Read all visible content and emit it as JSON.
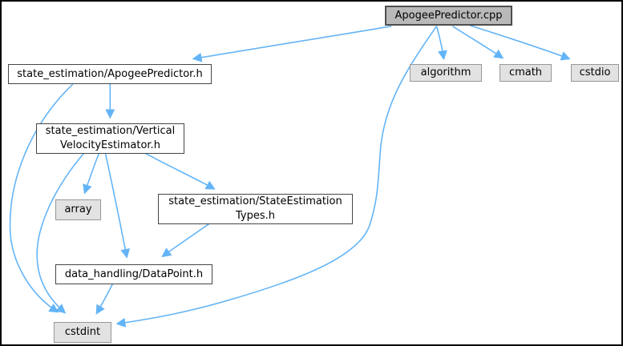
{
  "diagram": {
    "kind": "include-dependency-graph",
    "root_file": "ApogeePredictor.cpp"
  },
  "colors": {
    "background": "#ffffff",
    "frame": "#000000",
    "edge": "#63b4f7",
    "text": "#000000",
    "current_node_fill": "#b9b9b9",
    "current_node_border": "#4e4e4e",
    "header_node_fill": "#ffffff",
    "header_node_border": "#464646",
    "system_node_fill": "#e2e2e2",
    "system_node_border": "#979797"
  },
  "graph": {
    "nodes": [
      {
        "id": "apogeepredictor-cpp",
        "label": "ApogeePredictor.cpp",
        "kind": "current"
      },
      {
        "id": "apogeepredictor-h",
        "label": "state_estimation/ApogeePredictor.h",
        "kind": "header"
      },
      {
        "id": "algorithm",
        "label": "algorithm",
        "kind": "system"
      },
      {
        "id": "cmath",
        "label": "cmath",
        "kind": "system"
      },
      {
        "id": "cstdio",
        "label": "cstdio",
        "kind": "system"
      },
      {
        "id": "verticalvelocityestimator-h",
        "label": "state_estimation/Vertical\nVelocityEstimator.h",
        "kind": "header"
      },
      {
        "id": "array",
        "label": "array",
        "kind": "system"
      },
      {
        "id": "stateestimationtypes-h",
        "label": "state_estimation/StateEstimation\nTypes.h",
        "kind": "header"
      },
      {
        "id": "datapoint-h",
        "label": "data_handling/DataPoint.h",
        "kind": "header"
      },
      {
        "id": "cstdint",
        "label": "cstdint",
        "kind": "system"
      }
    ],
    "edges": [
      {
        "from": "ApogeePredictor.cpp",
        "to": "state_estimation/ApogeePredictor.h"
      },
      {
        "from": "ApogeePredictor.cpp",
        "to": "algorithm"
      },
      {
        "from": "ApogeePredictor.cpp",
        "to": "cmath"
      },
      {
        "from": "ApogeePredictor.cpp",
        "to": "cstdio"
      },
      {
        "from": "ApogeePredictor.cpp",
        "to": "cstdint"
      },
      {
        "from": "state_estimation/ApogeePredictor.h",
        "to": "state_estimation/VerticalVelocityEstimator.h"
      },
      {
        "from": "state_estimation/ApogeePredictor.h",
        "to": "cstdint"
      },
      {
        "from": "state_estimation/VerticalVelocityEstimator.h",
        "to": "array"
      },
      {
        "from": "state_estimation/VerticalVelocityEstimator.h",
        "to": "state_estimation/StateEstimationTypes.h"
      },
      {
        "from": "state_estimation/VerticalVelocityEstimator.h",
        "to": "data_handling/DataPoint.h"
      },
      {
        "from": "state_estimation/VerticalVelocityEstimator.h",
        "to": "cstdint"
      },
      {
        "from": "state_estimation/StateEstimationTypes.h",
        "to": "data_handling/DataPoint.h"
      },
      {
        "from": "data_handling/DataPoint.h",
        "to": "cstdint"
      }
    ]
  }
}
